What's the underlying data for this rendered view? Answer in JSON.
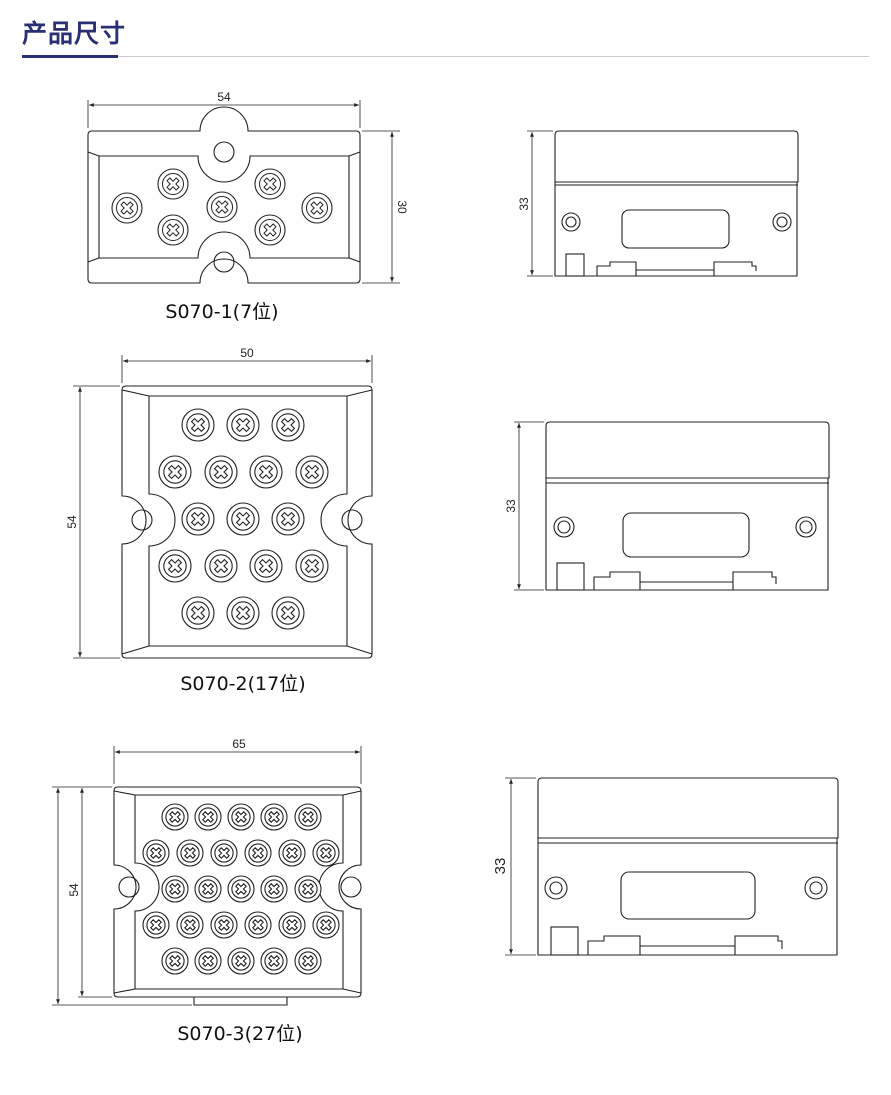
{
  "header": {
    "title": "产品尺寸"
  },
  "models": [
    {
      "caption": "S070-1(7位)",
      "width_dim": "54",
      "height_dim": "30",
      "side_dim": "33"
    },
    {
      "caption": "S070-2(17位)",
      "width_dim": "50",
      "height_dim": "54",
      "side_dim": "33"
    },
    {
      "caption": "S070-3(27位)",
      "width_dim": "65",
      "height_dim": "54",
      "side_dim": "33"
    }
  ]
}
